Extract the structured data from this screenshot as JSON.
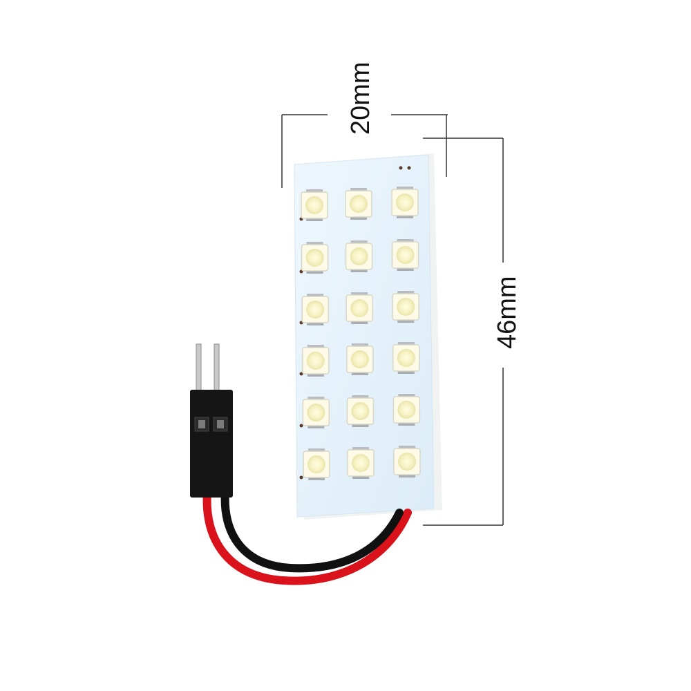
{
  "dimensions": {
    "width_label": "20mm",
    "height_label": "46mm"
  },
  "board": {
    "led_rows": 6,
    "led_columns": 3,
    "led_count": 18,
    "pcb_color": "#e8f3fb",
    "led_color": "#fdfbe8"
  },
  "cable": {
    "wire_colors": [
      "#d9121b",
      "#111111"
    ],
    "connector_color": "#151515",
    "pin_color": "#c9c9c9"
  }
}
